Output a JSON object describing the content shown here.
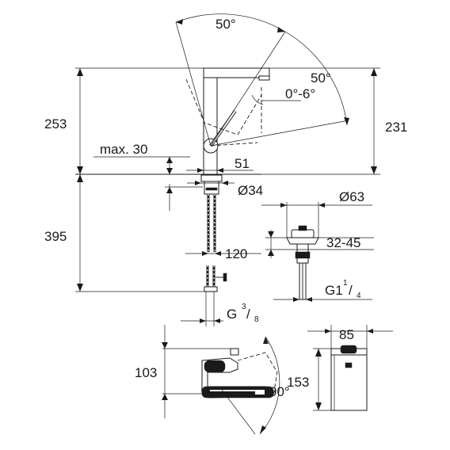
{
  "dimensions": {
    "angle_top": "50°",
    "angle_right": "50°",
    "tilt": "0°-6°",
    "height_total": "253",
    "height_spout": "231",
    "max_thickness": "max. 30",
    "spout_offset": "51",
    "shank_diameter": "Ø34",
    "under_deck": "395",
    "hose_length": "120",
    "thread_main": "G",
    "thread_main_num": "3",
    "thread_main_den": "8",
    "waste_diameter": "Ø63",
    "waste_range": "32-45",
    "waste_thread": "G1",
    "waste_thread_num": "1",
    "waste_thread_den": "4",
    "side_depth": "85",
    "side_height": "153",
    "plan_width": "103",
    "plan_angle": "90°"
  }
}
